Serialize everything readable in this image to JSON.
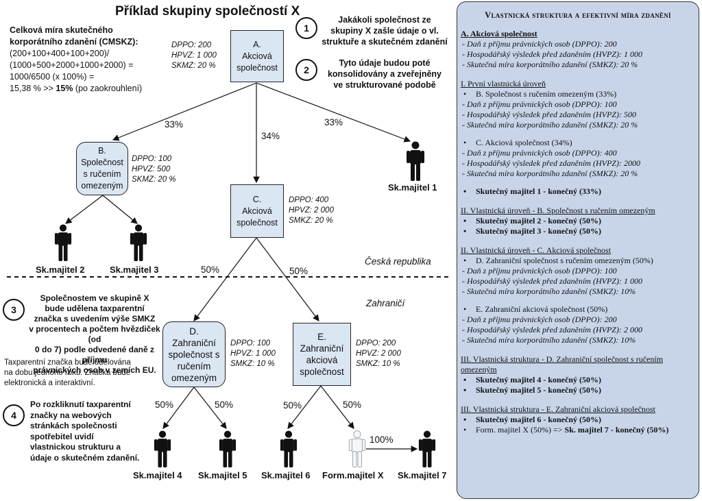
{
  "title": "Příklad skupiny společností X",
  "calc": {
    "l1": "Celková míra skutečného",
    "l2": "korporátního zdanění (CMSKZ):",
    "l3": "(200+100+400+100+200)/",
    "l4": "(1000+500+2000+1000+2000) =",
    "l5": "1000/6500 (x 100%) =",
    "l6a": "15,38 % >> ",
    "l6b": "15%",
    "l6c": " (po zaokrouhlení)"
  },
  "nodes": {
    "a": {
      "l1": "A.",
      "l2": "Akciová",
      "l3": "společnost",
      "s1": "DPPO: 200",
      "s2": "HPVZ: 1 000",
      "s3": "SKMZ: 20 %"
    },
    "b": {
      "l1": "B.",
      "l2": "Společnost",
      "l3": "s ručením",
      "l4": "omezeným",
      "s1": "DPPO: 100",
      "s2": "HPVZ: 500",
      "s3": "SKMZ: 20 %"
    },
    "c": {
      "l1": "C.",
      "l2": "Akciová",
      "l3": "společnost",
      "s1": "DPPO: 400",
      "s2": "HPVZ: 2 000",
      "s3": "SMKZ: 20 %"
    },
    "d": {
      "l1": "D.",
      "l2": "Zahraniční",
      "l3": "společnost s",
      "l4": "ručením",
      "l5": "omezeným",
      "s1": "DPPO: 100",
      "s2": "HPVZ: 1 000",
      "s3": "SMKZ: 10 %"
    },
    "e": {
      "l1": "E.",
      "l2": "Zahraniční",
      "l3": "akciová",
      "l4": "společnost",
      "s1": "DPPO: 200",
      "s2": "HPVZ: 2 000",
      "s3": "SMKZ: 10 %"
    }
  },
  "percents": {
    "ab": "33%",
    "ac": "34%",
    "am1": "33%",
    "cd": "50%",
    "ce": "50%",
    "d4": "50%",
    "d5": "50%",
    "e6": "50%",
    "ex": "50%",
    "x7": "100%"
  },
  "owners": {
    "m1": "Sk.majitel 1",
    "m2": "Sk.majitel 2",
    "m3": "Sk.majitel 3",
    "m4": "Sk.majitel 4",
    "m5": "Sk.majitel 5",
    "m6": "Sk.majitel 6",
    "mx": "Form.majitel X",
    "m7": "Sk.majitel 7"
  },
  "regions": {
    "cz": "Česká republika",
    "abroad": "Zahraničí"
  },
  "steps": {
    "n1": "1",
    "n2": "2",
    "n3": "3",
    "n4": "4",
    "t1": [
      "Jakákoli společnost ze",
      "skupiny X zašle údaje o vl.",
      "struktuře a skutečném zdanění"
    ],
    "t2": [
      "Tyto údaje budou poté",
      "konsolidovány a  zveřejněny",
      "ve strukturované podobě"
    ],
    "t3": [
      "Společnostem ve skupině X",
      "bude udělena taxparentní",
      "značka s uvedením výše SMKZ",
      "v procentech a počtem hvězdiček (od",
      "0 do 7) podle odvedené daně z příjmu",
      "právnických osob v zemích EU."
    ],
    "t3b": [
      "Taxparentní značka bude udělována",
      "na dobu jednoho roku. Značka bude",
      "elektronická a interaktivní."
    ],
    "t4": [
      "Po rozkliknutí taxparentní",
      "značky na webových",
      "stránkách společnosti",
      "spotřebitel uvidí",
      "vlastnickou strukturu a",
      "údaje o skutečném zdanění."
    ]
  },
  "panel": {
    "title": "Vlastnická struktura a efektivní míra zdanění",
    "a_head": "A. Akciová společnost",
    "a1": "- Daň z příjmu právnických osob (DPPO): 200",
    "a2": "- Hospodářský výsledek před zdaněním (HVPZ): 1 000",
    "a3": "- Skutečná míra korporátního zdanění (SMKZ): 20 %",
    "i_head": "I. První vlastnická úroveň",
    "b_item": "B. Společnost s ručením omezeným (33%)",
    "b1": "- Daň z příjmu právnických osob (DPPO): 100",
    "b2": "- Hospodářský výsledek před zdaněním (HVPZ): 500",
    "b3": "- Skutečná míra korporátního zdanění (SMKZ): 20 %",
    "c_item": "C. Akciová společnost (34%)",
    "c1": "- Daň z příjmu právnických osob (DPPO): 400",
    "c2": "- Hospodářský výsledek před zdaněním (HVPZ): 2000",
    "c3": "- Skutečná míra korporátního zdanění (SMKZ): 20 %",
    "m1": "Skutečný majitel 1 - konečný (33%)",
    "ii_b_head": "II. Vlastnická úroveň - B. Společnost s ručením omezeným",
    "m2": "Skutečný majitel 2 - konečný (50%)",
    "m3": "Skutečný majitel 3 - konečný (50%)",
    "ii_c_head": "II. Vlastnická úroveň - C. Akciová společnost",
    "d_item": "D. Zahraniční společnost s ručením omezeným (50%)",
    "d1": "- Daň z příjmu právnických osob (DPPO): 100",
    "d2": "- Hospodářský výsledek před zdaněním (HVPZ): 1 000",
    "d3": "- Skutečná míra korporátního zdanění (SMKZ): 10%",
    "e_item": "E. Zahraniční akciová společnost (50%)",
    "e1": "- Daň z příjmu právnických osob (DPPO): 200",
    "e2": "- Hospodářský výsledek před zdaněním (HVPZ): 2 000",
    "e3": "- Skutečná míra korporátního zdanění (SMKZ): 10%",
    "iii_d_head": "III. Vlastnická struktura - D. Zahraniční společnost s ručením omezeným",
    "m4": "Skutečný majitel 4 - konečný (50%)",
    "m5": "Skutečný majitel 5 - konečný (50%)",
    "iii_e_head": "III. Vlastnická struktura - E. Zahraniční akciová společnost",
    "m6": "Skutečný majitel 6 - konečný (50%)",
    "mx_a": "Form. majitel X (50%) => ",
    "mx_b": "Sk. majitel 7 - konečný (50%)"
  }
}
